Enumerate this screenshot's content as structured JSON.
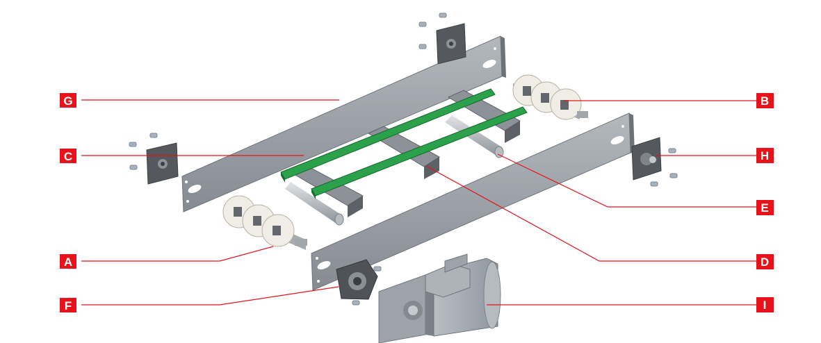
{
  "diagram": {
    "accent_color": "#e8121a",
    "callouts": {
      "A": "A",
      "B": "B",
      "C": "C",
      "D": "D",
      "E": "E",
      "F": "F",
      "G": "G",
      "H": "H",
      "I": "I"
    },
    "parts": {
      "A": "sprocket-shaft-assembly",
      "B": "sprocket-shaft-assembly",
      "C": "chain-guide-strip",
      "D": "crossbar",
      "E": "roller",
      "F": "bearing-flange-with-bolts",
      "G": "side-frame-rail",
      "H": "bearing-flange",
      "I": "gear-motor"
    }
  }
}
